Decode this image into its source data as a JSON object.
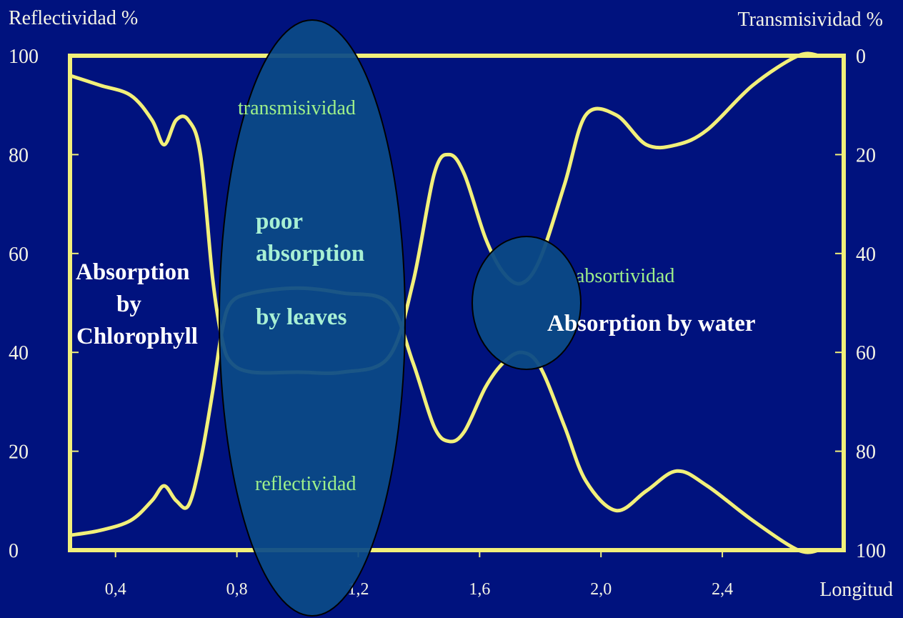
{
  "chart_data": {
    "type": "line",
    "title": "",
    "y_left_label": "Reflectividad %",
    "y_right_label": "Transmisividad %",
    "x_label": "Longitud",
    "x_range": [
      0.25,
      2.8
    ],
    "y_range": [
      0,
      100
    ],
    "y_left_ticks": [
      "100",
      "80",
      "60",
      "40",
      "20",
      "0"
    ],
    "y_right_ticks": [
      "0",
      "20",
      "40",
      "60",
      "80",
      "100"
    ],
    "x_ticks": [
      {
        "value": 0.4,
        "label": "0,4"
      },
      {
        "value": 0.8,
        "label": "0,8"
      },
      {
        "value": 1.2,
        "label": "1,2"
      },
      {
        "value": 1.6,
        "label": "1,6"
      },
      {
        "value": 2.0,
        "label": "2,0"
      },
      {
        "value": 2.4,
        "label": "2,4"
      }
    ],
    "grid": false,
    "colors": {
      "background": "#00127e",
      "axes": "#f2f07a",
      "curve": "#f2f07a",
      "curve_highlight": "#9ef08a",
      "ellipse_fill": "#0b4a86",
      "text": "#f5f5e6"
    },
    "series": [
      {
        "name": "reflectividad",
        "label": "reflectividad",
        "x": [
          0.25,
          0.35,
          0.45,
          0.52,
          0.56,
          0.6,
          0.64,
          0.68,
          0.72,
          0.75,
          0.78,
          0.85,
          1.0,
          1.15,
          1.3,
          1.38,
          1.45,
          1.5,
          1.55,
          1.62,
          1.68,
          1.74,
          1.8,
          1.88,
          1.95,
          2.05,
          2.15,
          2.25,
          2.35,
          2.5,
          2.65,
          2.72
        ],
        "y": [
          3,
          4,
          6,
          10,
          13,
          10,
          9,
          18,
          32,
          44,
          50,
          52,
          53,
          52,
          50,
          38,
          25,
          22,
          24,
          33,
          38,
          40,
          37,
          25,
          14,
          8,
          12,
          16,
          13,
          6,
          0,
          0
        ]
      },
      {
        "name": "transmisividad",
        "label": "transmisividad",
        "x": [
          0.25,
          0.35,
          0.45,
          0.52,
          0.56,
          0.6,
          0.64,
          0.68,
          0.72,
          0.75,
          0.78,
          0.85,
          1.0,
          1.15,
          1.3,
          1.38,
          1.45,
          1.5,
          1.55,
          1.62,
          1.68,
          1.74,
          1.8,
          1.88,
          1.95,
          2.05,
          2.15,
          2.25,
          2.35,
          2.5,
          2.65,
          2.72
        ],
        "y": [
          4,
          6,
          8,
          13,
          18,
          13,
          13,
          20,
          45,
          57,
          62,
          64,
          64,
          64,
          61,
          46,
          24,
          20,
          24,
          37,
          44,
          46,
          41,
          26,
          12,
          12,
          18,
          18,
          15,
          6,
          0,
          0
        ]
      }
    ],
    "curve_labels": {
      "transmisividad": "transmisividad",
      "reflectividad": "reflectividad",
      "absortividad": "absortividad"
    },
    "annotations": {
      "chlorophyll": [
        "Absorption",
        "by",
        "Chlorophyll"
      ],
      "leaves": [
        "poor",
        "absorption",
        "by leaves"
      ],
      "water": "Absorption by water"
    }
  }
}
